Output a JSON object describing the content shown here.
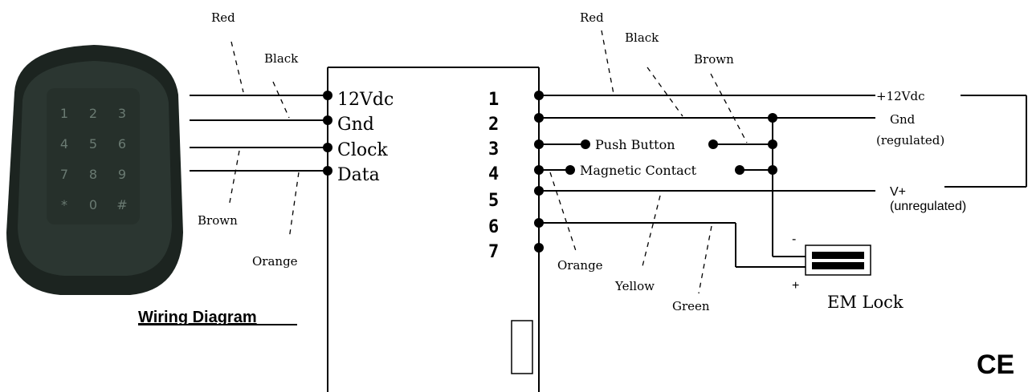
{
  "title": "Wiring Diagram",
  "keypad": {
    "keys": [
      "1",
      "2",
      "3",
      "4",
      "5",
      "6",
      "7",
      "8",
      "9",
      "*",
      "0",
      "#"
    ]
  },
  "left_wires": {
    "terminals": [
      "12Vdc",
      "Gnd",
      "Clock",
      "Data"
    ],
    "colors": [
      "Red",
      "Black",
      "Brown",
      "Orange"
    ]
  },
  "controller": {
    "numbers": [
      "1",
      "2",
      "3",
      "4",
      "5",
      "6",
      "7"
    ]
  },
  "right_wires": {
    "colors": [
      "Red",
      "Black",
      "Brown",
      "Orange",
      "Yellow",
      "Green"
    ],
    "push_button": "Push Button",
    "magnetic_contact": "Magnetic Contact"
  },
  "power": {
    "plus12": "+12Vdc",
    "gnd": "Gnd",
    "regulated": "(regulated)",
    "vplus": "V+",
    "unregulated": "(unregulated)"
  },
  "lock": {
    "label": "EM Lock",
    "minus": "-",
    "plus": "+"
  },
  "ce_mark": "CE"
}
